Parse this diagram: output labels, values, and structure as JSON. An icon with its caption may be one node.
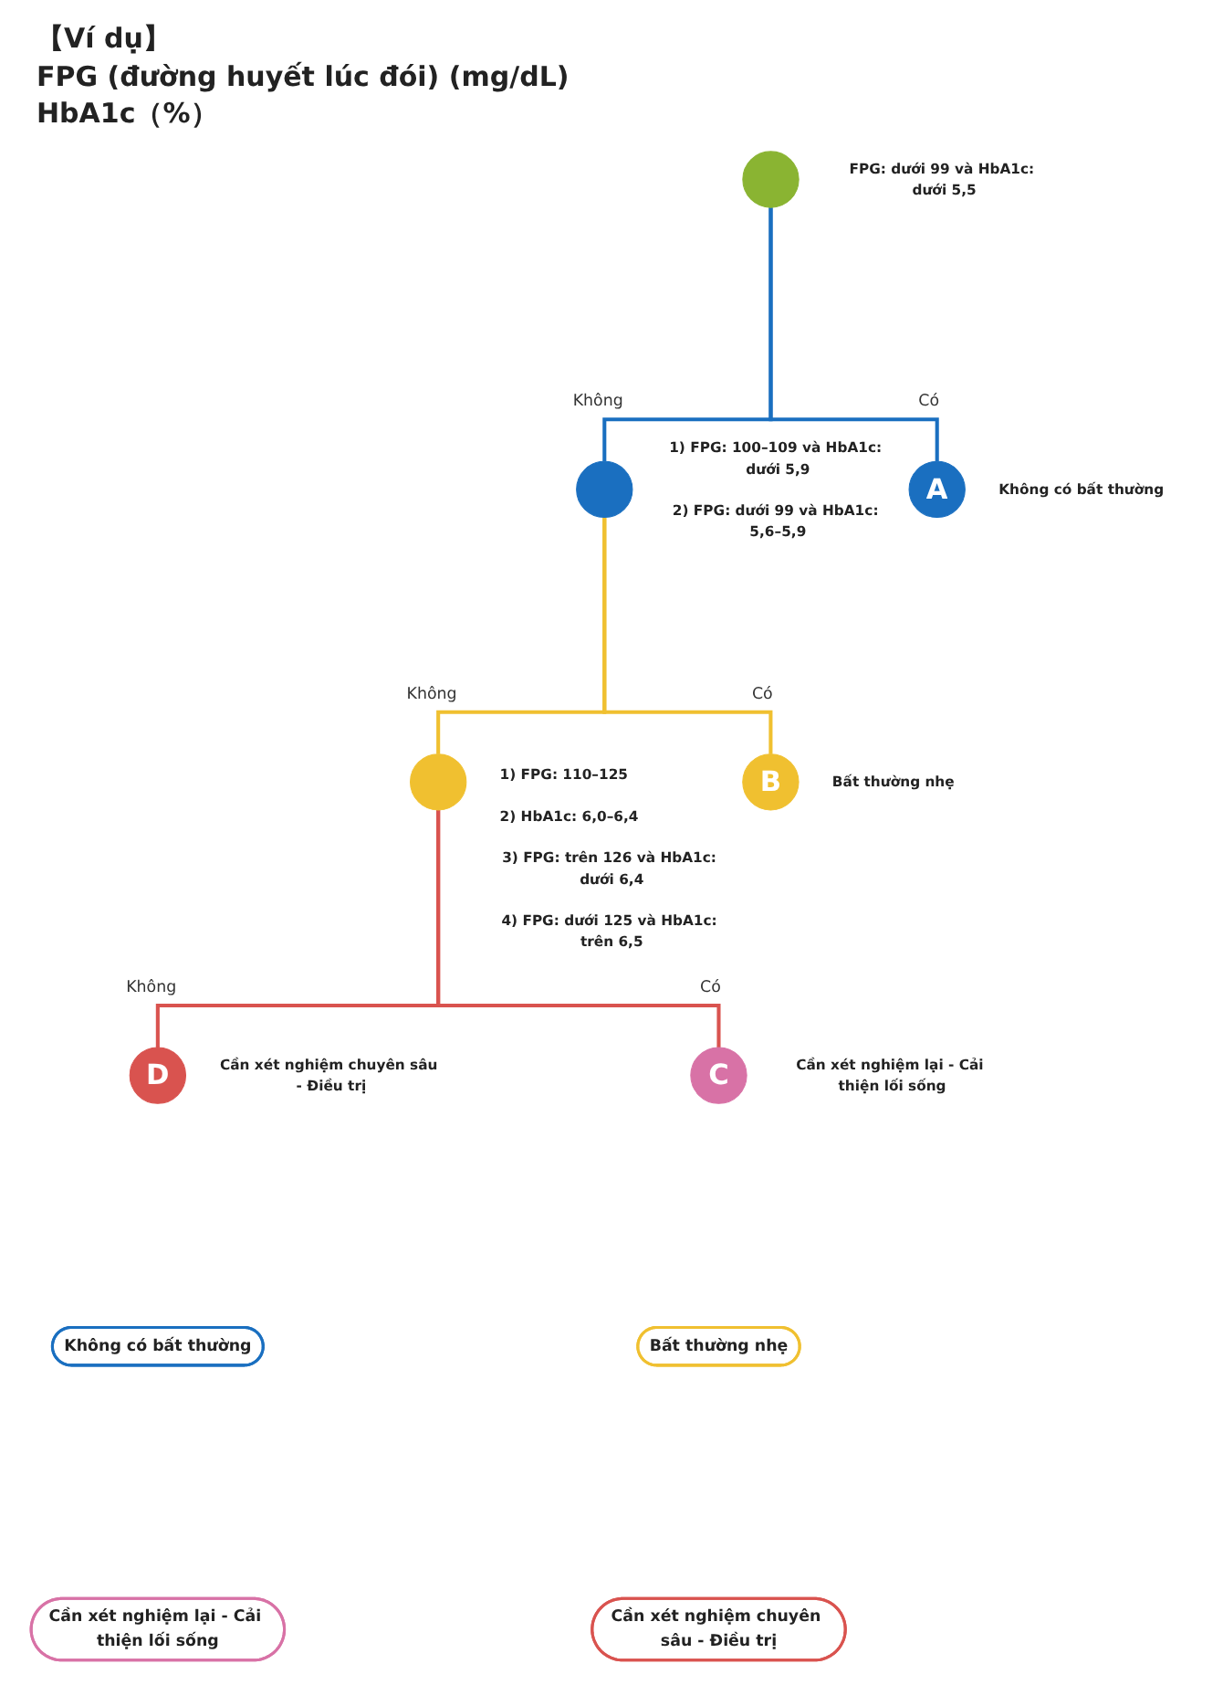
{
  "diagram": {
    "nodes": [
      {
        "text": [],
        "shape": "circle",
        "beside": [
          "FPG: dưới 99 và HbA1c: dưới 5,5"
        ]
      },
      {
        "text": [],
        "shape": "circle",
        "beside": [
          "1) FPG: 100–109 và HbA1c: dưới 5,9",
          "2) FPG: dưới 99 và HbA1c: 5,6–5,9"
        ]
      },
      {
        "text": [
          "A"
        ],
        "beside": [
          "Không có bất thường"
        ]
      },
      {
        "text": [],
        "shape": "circle",
        "beside": [
          "1) FPG: 110–125",
          "2) HbA1c: 6,0–6,4",
          "3) FPG: trên 126 và HbA1c: dưới 6,4",
          "4) FPG: dưới 125 và HbA1c: trên 6,5"
        ]
      },
      {
        "text": [
          "B"
        ],
        "beside": [
          "Bất thường nhẹ"
        ]
      },
      {
        "text": [
          "D"
        ],
        "beside": [
          "Cần xét nghiệm chuyên sâu - Điều trị"
        ]
      },
      {
        "text": [
          "C"
        ],
        "beside": [
          "Cần xét nghiệm lại - Cải thiện lối sống"
        ]
      },
      {
        "text": [
          "Không có bất thường"
        ]
      },
      {
        "text": [
          "Bất thường nhẹ"
        ]
      },
      {
        "text": [
          "Cần xét nghiệm lại - Cải thiện lối sống"
        ]
      },
      {
        "text": [
          "Cần xét nghiệm chuyên sâu - Điều trị"
        ]
      }
    ],
    "edges": [
      {
        "from": 0,
        "to": 1,
        "arrow": "none",
        "label": "Không",
        "color": "#1a6fc0"
      },
      {
        "from": 0,
        "to": 2,
        "arrow": "none",
        "label": "Có",
        "color": "#1a6fc0"
      },
      {
        "from": 1,
        "to": 3,
        "arrow": "none",
        "label": "Không",
        "color": "#f0c030"
      },
      {
        "from": 1,
        "to": 4,
        "arrow": "none",
        "label": "Có",
        "color": "#f0c030"
      },
      {
        "from": 3,
        "to": 5,
        "arrow": "none",
        "label": "Không",
        "color": "#d9534f"
      },
      {
        "from": 3,
        "to": 6,
        "arrow": "none",
        "label": "Có",
        "color": "#d9534f"
      }
    ],
    "labels": [
      "【Ví dụ】",
      "FPG (đường huyết lúc đói) (mg/dL)",
      "HbA1c（%）"
    ]
  }
}
